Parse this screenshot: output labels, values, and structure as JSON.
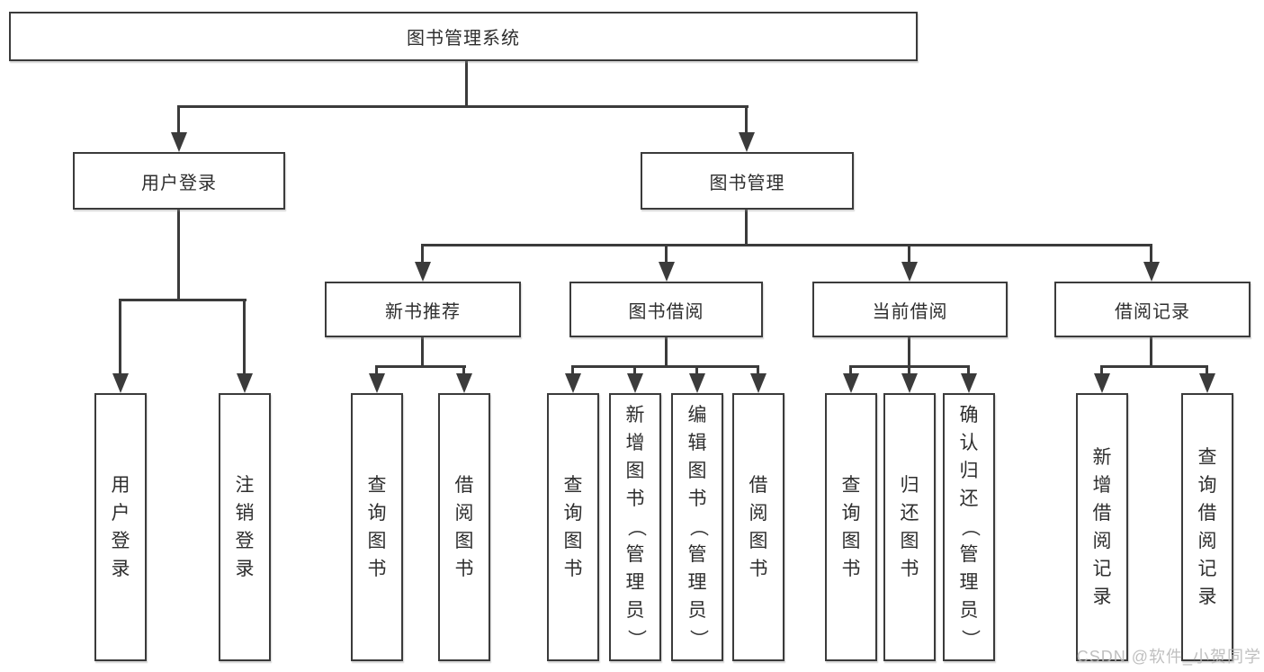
{
  "diagram": {
    "root": "图书管理系统",
    "user_login": {
      "label": "用户登录",
      "children": [
        "用户登录",
        "注销登录"
      ]
    },
    "book_mgmt": {
      "label": "图书管理",
      "groups": [
        {
          "label": "新书推荐",
          "children": [
            "查询图书",
            "借阅图书"
          ]
        },
        {
          "label": "图书借阅",
          "children": [
            "查询图书",
            "新增图书（管理员）",
            "编辑图书（管理员）",
            "借阅图书"
          ]
        },
        {
          "label": "当前借阅",
          "children": [
            "查询图书",
            "归还图书",
            "确认归还（管理员）"
          ]
        },
        {
          "label": "借阅记录",
          "children": [
            "新增借阅记录",
            "查询借阅记录"
          ]
        }
      ]
    }
  },
  "watermark": "CSDN @软件_小贺同学",
  "colors": {
    "line": "#3b3b3b",
    "text": "#2e2e2e",
    "watermark": "#b9b9b9",
    "background": "#ffffff"
  }
}
